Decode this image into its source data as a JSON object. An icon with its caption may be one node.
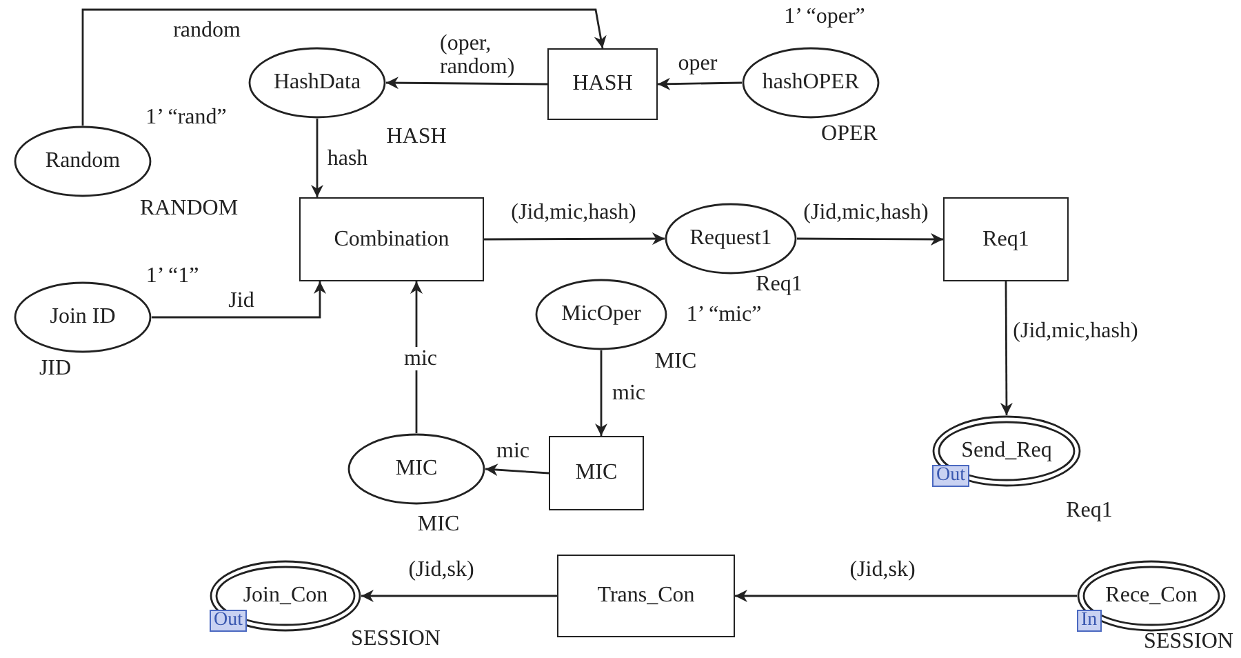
{
  "diagram": {
    "nodes": [
      {
        "text": [
          "HashData"
        ],
        "beside": [
          "HASH"
        ]
      },
      {
        "text": [
          "HASH"
        ]
      },
      {
        "text": [
          "hashOPER"
        ],
        "beside": [
          "1’ “oper”",
          "OPER"
        ]
      },
      {
        "text": [
          "Random"
        ],
        "beside": [
          "1’ “rand”",
          "RANDOM"
        ]
      },
      {
        "text": [
          "Combination"
        ]
      },
      {
        "text": [
          "Request1"
        ],
        "beside": [
          "Req1"
        ]
      },
      {
        "text": [
          "Req1"
        ]
      },
      {
        "text": [
          "Join ID"
        ],
        "beside": [
          "1’ “1”",
          "JID"
        ]
      },
      {
        "text": [
          "MicOper"
        ],
        "beside": [
          "1’ “mic”",
          "MIC"
        ]
      },
      {
        "text": [
          "MIC"
        ],
        "beside": [
          "MIC"
        ]
      },
      {
        "text": [
          "MIC"
        ]
      },
      {
        "text": [
          "Send_Req",
          "Out"
        ],
        "beside": [
          "Req1"
        ]
      },
      {
        "text": [
          "Trans_Con"
        ]
      },
      {
        "text": [
          "Join_Con",
          "Out"
        ],
        "beside": [
          "SESSION"
        ]
      },
      {
        "text": [
          "Rece_Con",
          "In"
        ],
        "beside": [
          "SESSION"
        ]
      }
    ],
    "edges": [
      {
        "from": 3,
        "to": 1,
        "arrow": "to",
        "label": "random"
      },
      {
        "from": 1,
        "to": 0,
        "arrow": "to",
        "label": "(oper, random)"
      },
      {
        "from": 2,
        "to": 1,
        "arrow": "to",
        "label": "oper"
      },
      {
        "from": 0,
        "to": 4,
        "arrow": "to",
        "label": "hash"
      },
      {
        "from": 7,
        "to": 4,
        "arrow": "to",
        "label": "Jid"
      },
      {
        "from": 4,
        "to": 5,
        "arrow": "to",
        "label": "(Jid,mic,hash)"
      },
      {
        "from": 5,
        "to": 6,
        "arrow": "to",
        "label": "(Jid,mic,hash)"
      },
      {
        "from": 6,
        "to": 11,
        "arrow": "to",
        "label": "(Jid,mic,hash)"
      },
      {
        "from": 9,
        "to": 4,
        "arrow": "to",
        "label": "mic"
      },
      {
        "from": 8,
        "to": 10,
        "arrow": "to",
        "label": "mic"
      },
      {
        "from": 10,
        "to": 9,
        "arrow": "to",
        "label": "mic"
      },
      {
        "from": 12,
        "to": 13,
        "arrow": "to",
        "label": "(Jid,sk)"
      },
      {
        "from": 14,
        "to": 12,
        "arrow": "to",
        "label": "(Jid,sk)"
      }
    ]
  }
}
